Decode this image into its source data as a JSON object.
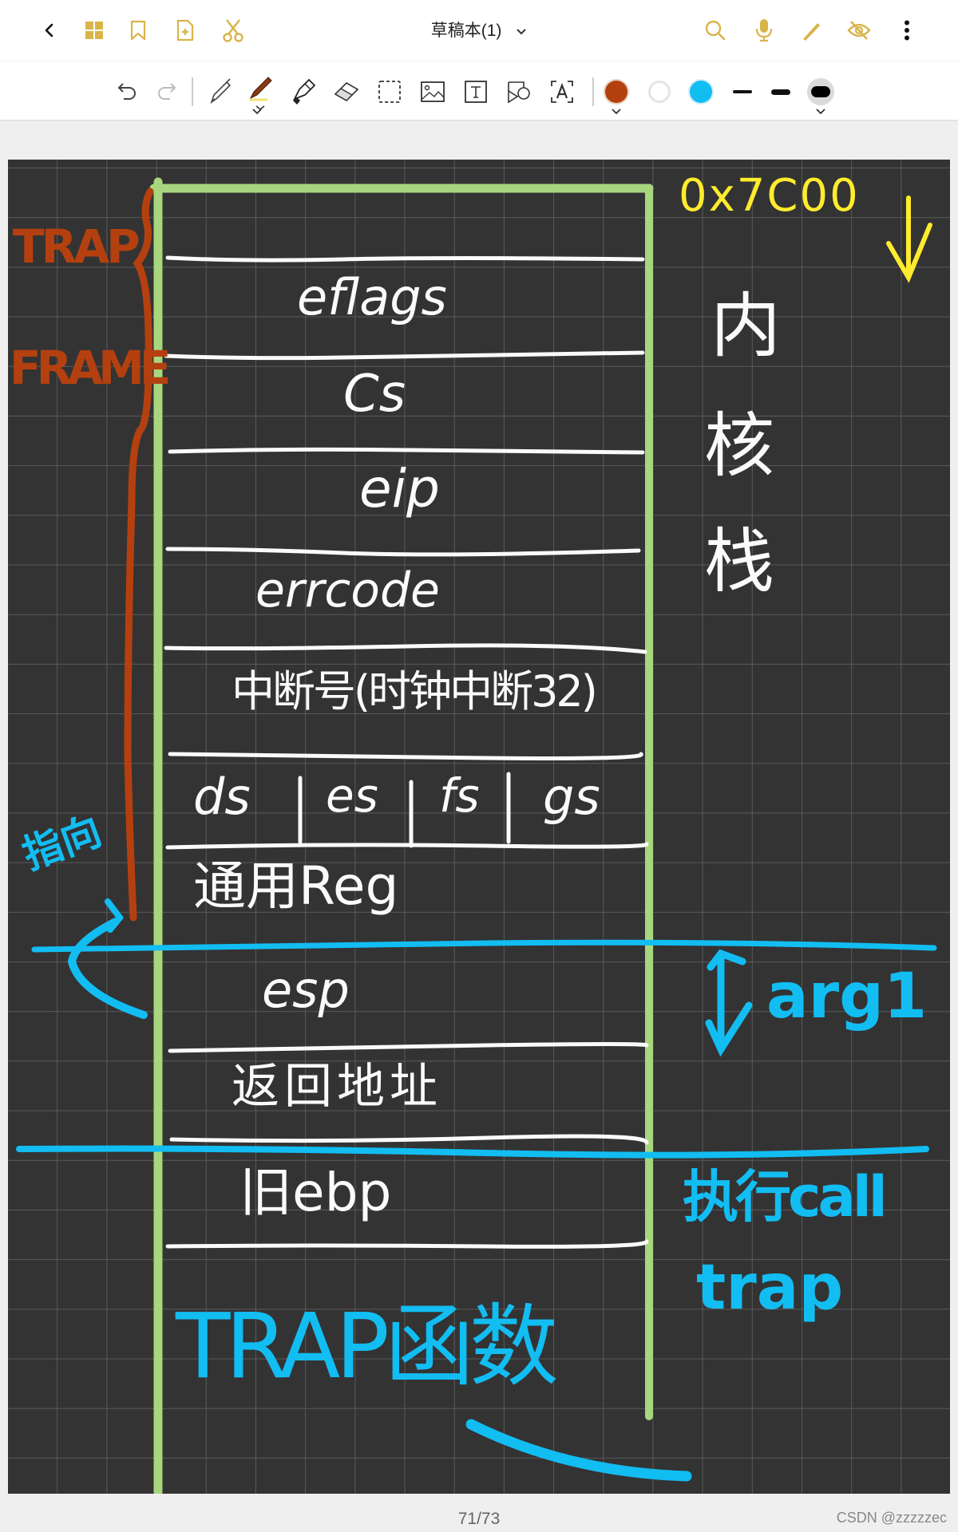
{
  "topbar": {
    "title": "草稿本(1)",
    "icons": [
      "back-icon",
      "grid-icon",
      "bookmark-icon",
      "add-page-icon",
      "scissors-icon",
      "title-dropdown-icon",
      "search-icon",
      "microphone-icon",
      "pen-mode-icon",
      "hide-icon",
      "more-icon"
    ]
  },
  "toolbar": {
    "tools": [
      "undo",
      "redo",
      "pencil",
      "ballpoint-pen",
      "highlighter",
      "eraser",
      "lasso-select",
      "insert-image",
      "insert-text",
      "shapes",
      "text-recognition"
    ],
    "colors": [
      {
        "name": "orange",
        "hex": "#b5400f",
        "selected": true
      },
      {
        "name": "white",
        "hex": "#ffffff",
        "selected": false
      },
      {
        "name": "blue",
        "hex": "#12bdf2",
        "selected": false
      }
    ],
    "stroke_widths": [
      "thin",
      "medium",
      "thick"
    ],
    "selected_stroke": "thick"
  },
  "accent_colors": {
    "toolbar_icon": "#d9b44a",
    "stack_outline": "#a8d67e",
    "annotation_blue": "#12bdf2",
    "annotation_orange": "#b5400f",
    "annotation_yellow": "#ffec2e",
    "canvas_bg": "#333333"
  },
  "canvas": {
    "address_label": "0x7C00",
    "trapframe_label_line1": "TRAP",
    "trapframe_label_line2": "FRAME",
    "kernel_stack_label": [
      "内",
      "核",
      "栈"
    ],
    "stack_cells": [
      {
        "label": "eflags"
      },
      {
        "label": "Cs"
      },
      {
        "label": "eip"
      },
      {
        "label": "errcode"
      },
      {
        "label": "中断号(时钟中断32)"
      },
      {
        "label_parts": [
          "ds",
          "es",
          "fs",
          "gs"
        ]
      },
      {
        "label": "通用Reg"
      },
      {
        "label": "esp"
      },
      {
        "label": "返回地址"
      },
      {
        "label": "旧ebp"
      }
    ],
    "pointer_label": "指向",
    "arg_label": "arg1",
    "call_note_line1": "执行call",
    "call_note_line2": "trap",
    "trap_function_label": "TRAP函数"
  },
  "footer": {
    "page_indicator": "71/73",
    "credit": "CSDN @zzzzzec"
  }
}
